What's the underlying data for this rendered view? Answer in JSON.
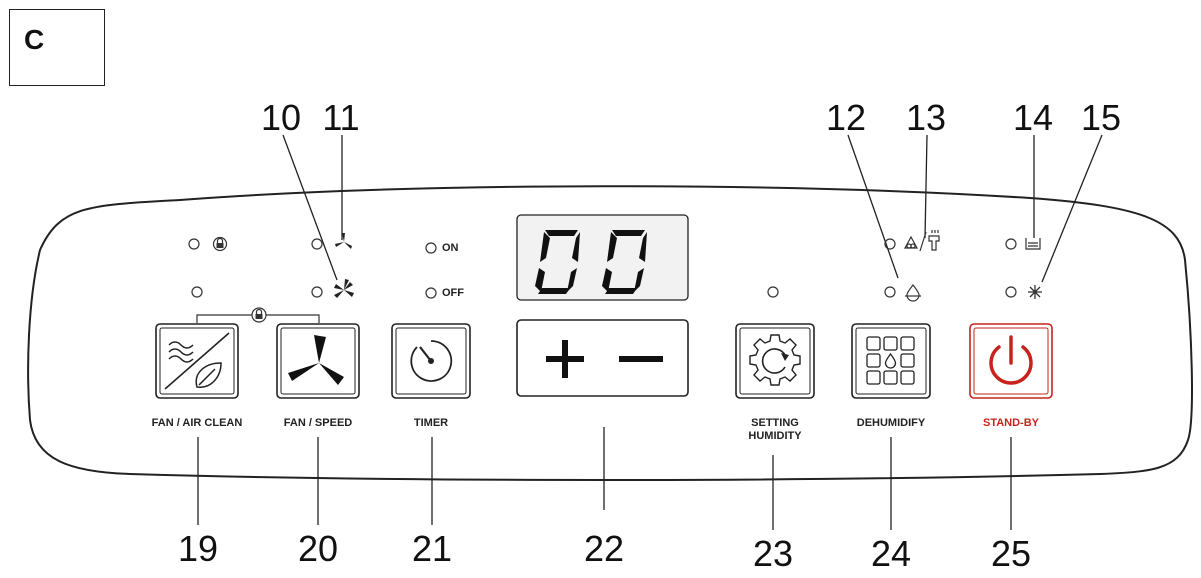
{
  "panel_letter": "C",
  "display": {
    "value": "00"
  },
  "callouts": {
    "n10": "10",
    "n11": "11",
    "n12": "12",
    "n13": "13",
    "n14": "14",
    "n15": "15",
    "n19": "19",
    "n20": "20",
    "n21": "21",
    "n22": "22",
    "n23": "23",
    "n24": "24",
    "n25": "25"
  },
  "buttons": {
    "fan_air_clean": "FAN / AIR CLEAN",
    "fan_speed": "FAN / SPEED",
    "timer": "TIMER",
    "setting_humidity": "SETTING\nHUMIDITY",
    "dehumidify": "DEHUMIDIFY",
    "standby": "STAND-BY"
  },
  "timer_indicators": {
    "on": "ON",
    "off": "OFF"
  },
  "colors": {
    "standby_accent": "#c8221c",
    "line": "#222222",
    "display_bg": "#f2f2f2"
  },
  "icons": [
    "lock-icon",
    "fan-low-icon",
    "fan-high-icon",
    "fan-icon",
    "timer-icon",
    "plus-icon",
    "minus-icon",
    "gear-icon",
    "dehumidify-grid-icon",
    "power-icon",
    "water-drop-icon",
    "filter-icon",
    "tank-full-icon",
    "defrost-icon",
    "air-clean-icon"
  ]
}
